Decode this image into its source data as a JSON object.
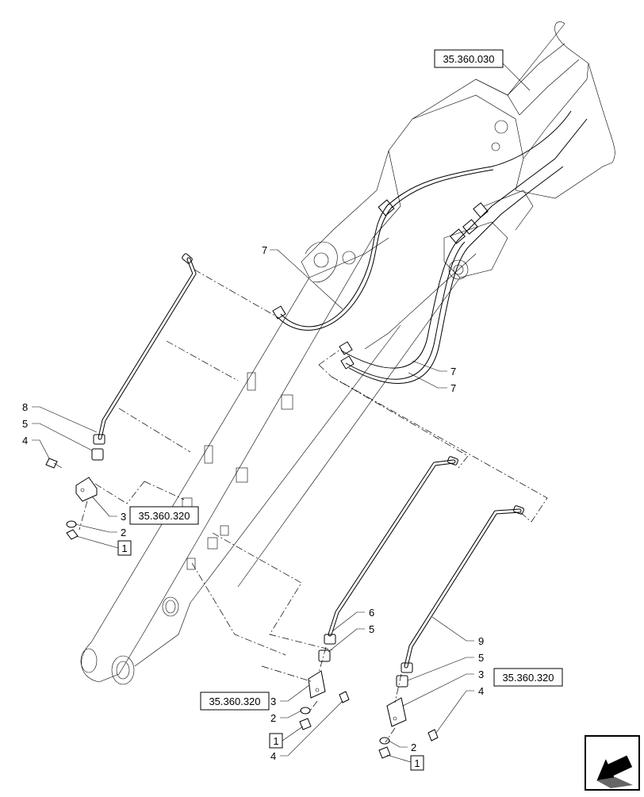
{
  "references": {
    "top": "35.360.030",
    "left_middle": "35.360.320",
    "bottom_left": "35.360.320",
    "bottom_right": "35.360.320"
  },
  "kit_marker": "1",
  "callouts": {
    "hose_top": "7",
    "hose_right_a": "7",
    "hose_right_b": "7",
    "left_pipe": "8",
    "left_adapter": "5",
    "left_bolt": "4",
    "left_block": "3",
    "left_seal": "2",
    "mid_pipe": "6",
    "mid_adapter": "5",
    "mid_block": "3",
    "mid_seal": "2",
    "mid_bolt": "4",
    "right_pipe": "9",
    "right_adapter": "5",
    "right_block": "3",
    "right_bolt": "4",
    "right_seal": "2"
  },
  "nav_icon": "arrow-back-icon"
}
